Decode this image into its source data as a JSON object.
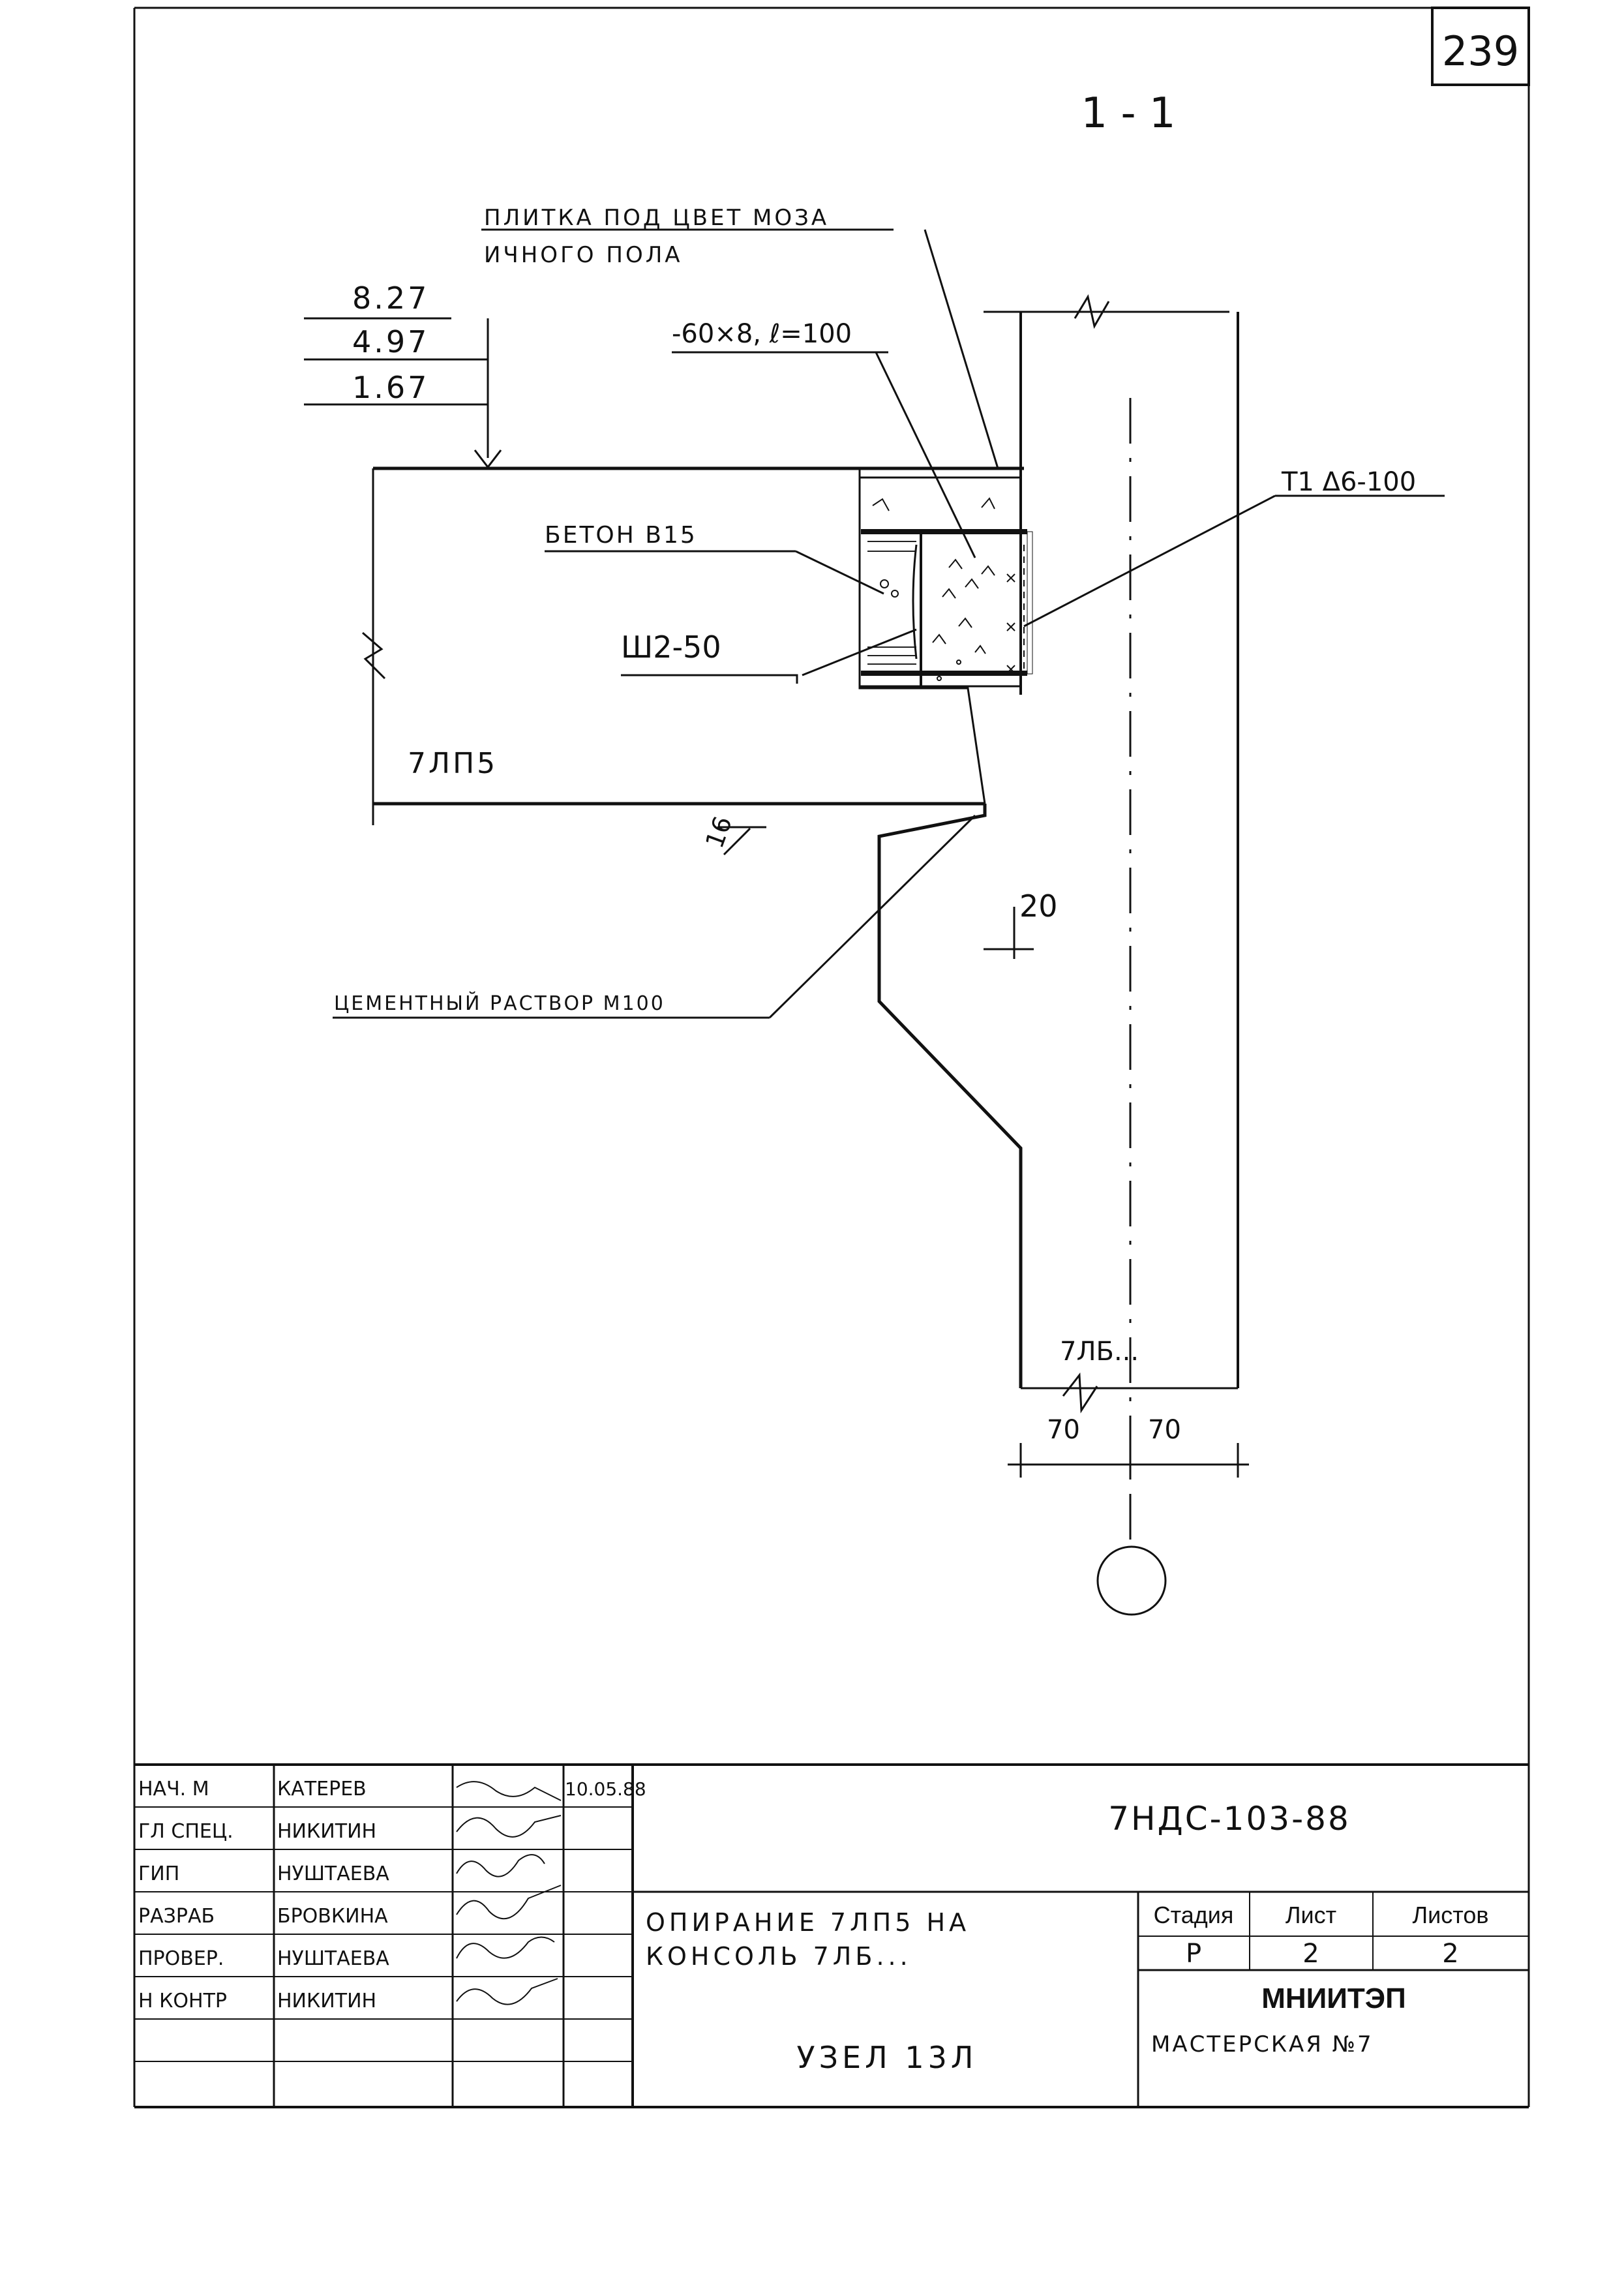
{
  "sheet_number": "239",
  "section_label": "1 - 1",
  "annotations": {
    "tile_line1": "ПЛИТКА ПОД ЦВЕТ МОЗА",
    "tile_line2": "ИЧНОГО ПОЛА",
    "elev_1": "8.27",
    "elev_2": "4.97",
    "elev_3": "1.67",
    "plate": "-60×8, ℓ=100",
    "rebar_t1": "Т1 Δ6-100",
    "concrete": "БЕТОН В15",
    "weld": "Ш2-50",
    "slab": "7ЛП5",
    "dim_16": "16",
    "dim_20": "20",
    "mortar": "ЦЕМЕНТНЫЙ РАСТВОР М100",
    "column": "7ЛБ...",
    "dim_70a": "70",
    "dim_70b": "70"
  },
  "title_block": {
    "rows": [
      {
        "role": "НАЧ. М",
        "name": "КАТЕРЕВ",
        "date": "10.05.88"
      },
      {
        "role": "ГЛ СПЕЦ.",
        "name": "НИКИТИН",
        "date": ""
      },
      {
        "role": "ГИП",
        "name": "НУШТАЕВА",
        "date": ""
      },
      {
        "role": "РАЗРАБ",
        "name": "БРОВКИНА",
        "date": ""
      },
      {
        "role": "ПРОВЕР.",
        "name": "НУШТАЕВА",
        "date": ""
      },
      {
        "role": "Н КОНТР",
        "name": "НИКИТИН",
        "date": ""
      }
    ],
    "doc_code": "7НДС-103-88",
    "title_line1": "ОПИРАНИЕ 7ЛП5 НА",
    "title_line2": "КОНСОЛЬ 7ЛБ...",
    "node": "УЗЕЛ 13Л",
    "stage_header": "Стадия",
    "sheet_header": "Лист",
    "sheets_header": "Листов",
    "stage": "Р",
    "sheet": "2",
    "sheets": "2",
    "org": "МНИИТЭП",
    "workshop": "МАСТЕРСКАЯ №7"
  }
}
